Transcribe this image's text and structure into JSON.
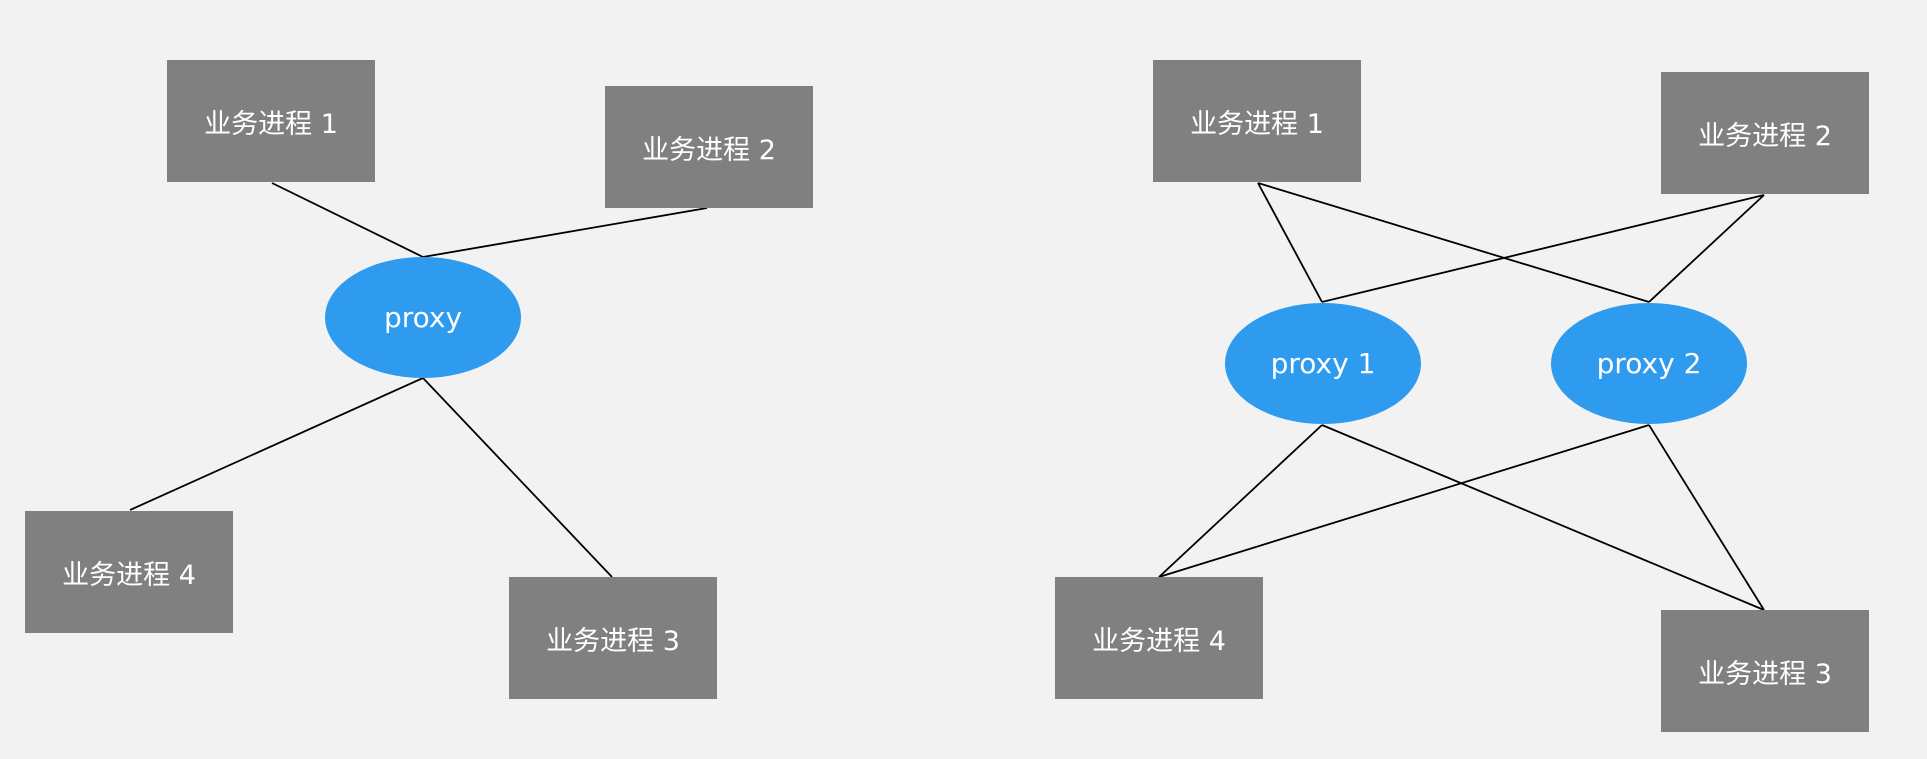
{
  "colors": {
    "background": "#f2f2f2",
    "process_box": "#808080",
    "proxy": "#2e9bef",
    "text": "#ffffff",
    "line": "#000000"
  },
  "diagrams": [
    {
      "nodes": {
        "p1": "业务进程 1",
        "p2": "业务进程 2",
        "p3": "业务进程 3",
        "p4": "业务进程 4",
        "proxy": "proxy"
      },
      "edges": [
        [
          "p1",
          "proxy"
        ],
        [
          "p2",
          "proxy"
        ],
        [
          "proxy",
          "p4"
        ],
        [
          "proxy",
          "p3"
        ]
      ]
    },
    {
      "nodes": {
        "p1": "业务进程 1",
        "p2": "业务进程 2",
        "p3": "业务进程 3",
        "p4": "业务进程 4",
        "proxy1": "proxy 1",
        "proxy2": "proxy 2"
      },
      "edges": [
        [
          "p1",
          "proxy1"
        ],
        [
          "p1",
          "proxy2"
        ],
        [
          "p2",
          "proxy1"
        ],
        [
          "p2",
          "proxy2"
        ],
        [
          "proxy1",
          "p4"
        ],
        [
          "proxy1",
          "p3"
        ],
        [
          "proxy2",
          "p4"
        ],
        [
          "proxy2",
          "p3"
        ]
      ]
    }
  ]
}
